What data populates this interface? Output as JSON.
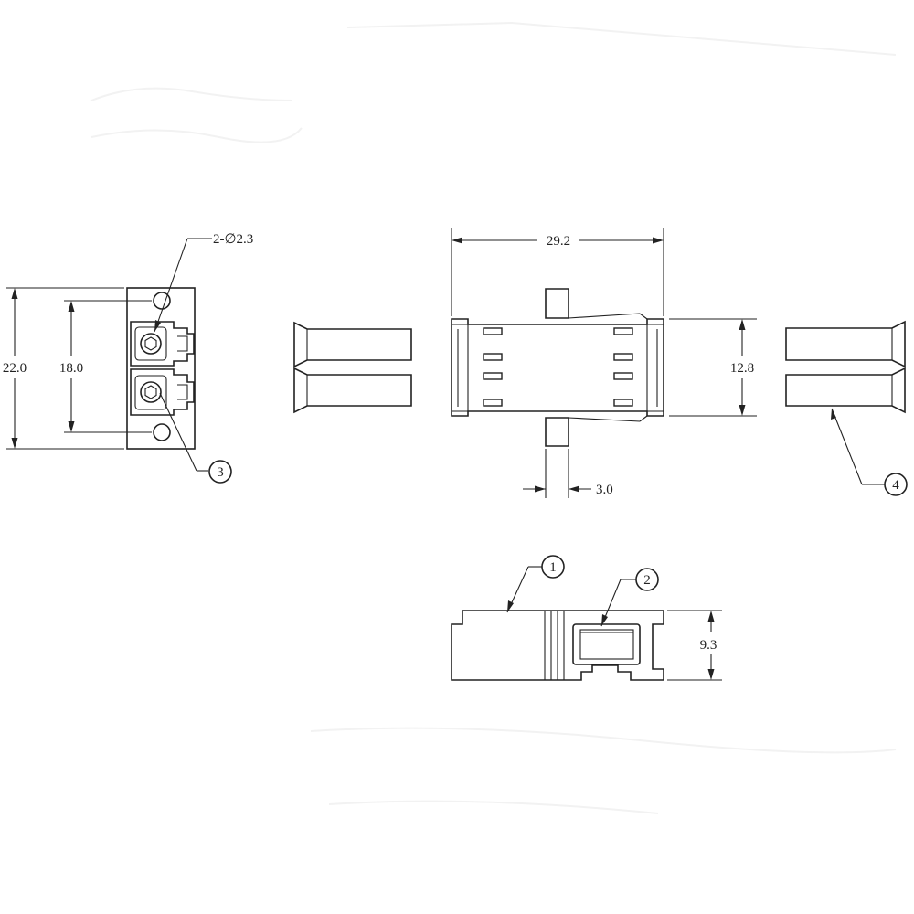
{
  "dimensions": {
    "hole_spec": "2-∅2.3",
    "total_height": "22.0",
    "hole_pitch": "18.0",
    "body_length": "29.2",
    "port_height": "12.8",
    "flange_width": "3.0",
    "side_height": "9.3"
  },
  "callouts": {
    "c1": "1",
    "c2": "2",
    "c3": "3",
    "c4": "4"
  },
  "colors": {
    "line": "#222222",
    "background": "#ffffff"
  }
}
